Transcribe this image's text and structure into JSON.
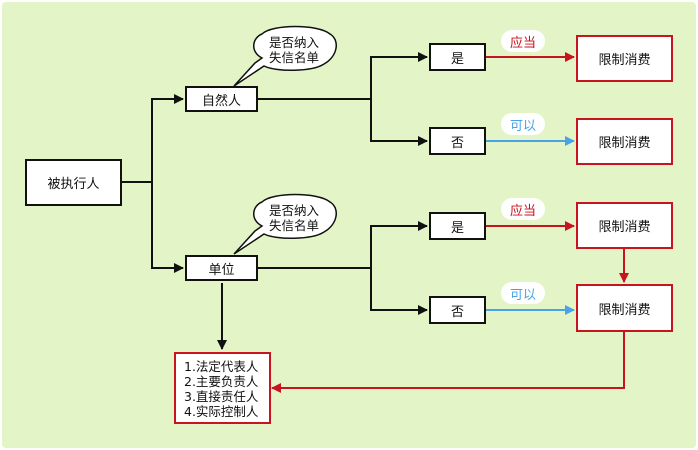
{
  "colors": {
    "background": "#e3f5c6",
    "black": "#111111",
    "red": "#c8141e",
    "blue": "#4aa3e6"
  },
  "nodes": {
    "root": "被执行人",
    "natural_person": "自然人",
    "entity": "单位",
    "yes": "是",
    "no": "否",
    "restrict": "限制消费"
  },
  "bubble": {
    "line1": "是否纳入",
    "line2": "失信名单"
  },
  "edge_labels": {
    "should": "应当",
    "may": "可以"
  },
  "responsible_list": [
    "1.法定代表人",
    "2.主要负责人",
    "3.直接责任人",
    "4.实际控制人"
  ]
}
